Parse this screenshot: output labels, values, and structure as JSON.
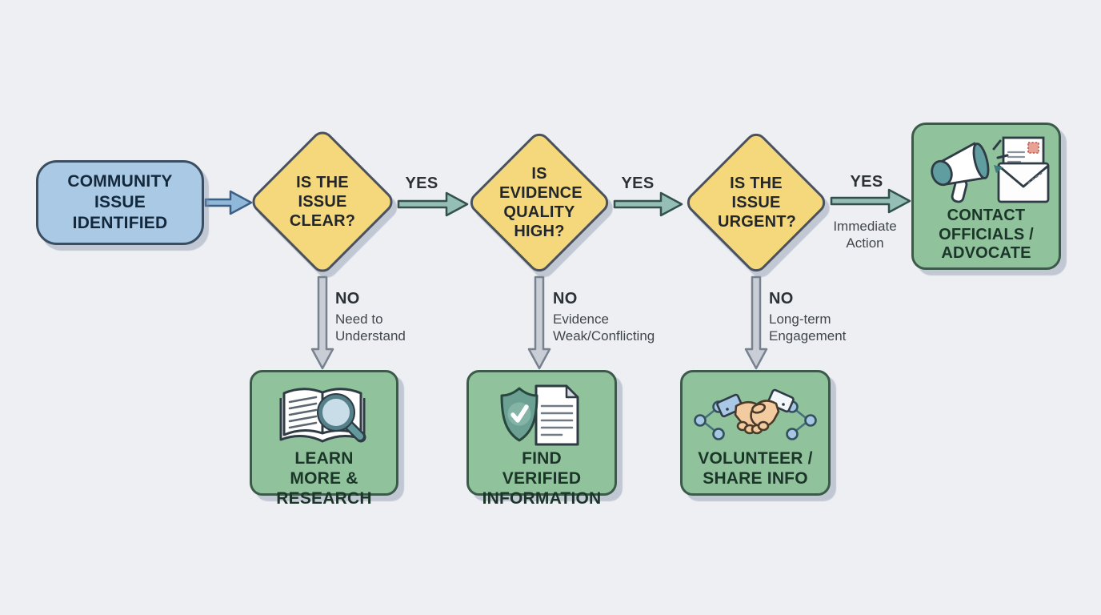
{
  "diagram": {
    "type": "flowchart",
    "colors": {
      "background": "#edeff2",
      "start_node_fill": "#a9c9e4",
      "decision_fill": "#f5d87c",
      "outcome_fill": "#90c29c",
      "yes_arrow_fill": "#95beb6",
      "no_arrow_fill": "#c9ced6",
      "start_arrow_fill": "#8fb8d9"
    }
  },
  "nodes": {
    "start": {
      "label": "COMMUNITY ISSUE IDENTIFIED"
    },
    "decision1": {
      "label": "IS THE ISSUE CLEAR?"
    },
    "decision2": {
      "label": "IS EVIDENCE QUALITY HIGH?"
    },
    "decision3": {
      "label": "IS THE ISSUE URGENT?"
    },
    "outcome_learn": {
      "label": "LEARN MORE & RESEARCH",
      "icon": "book-magnifier-icon"
    },
    "outcome_verify": {
      "label": "FIND VERIFIED INFORMATION",
      "icon": "shield-check-document-icon"
    },
    "outcome_volunteer": {
      "label": "VOLUNTEER / SHARE INFO",
      "icon": "handshake-share-icon"
    },
    "outcome_contact": {
      "label": "CONTACT OFFICIALS / ADVOCATE",
      "icon": "megaphone-envelope-icon"
    }
  },
  "edges": {
    "yes1": {
      "label": "YES"
    },
    "yes2": {
      "label": "YES"
    },
    "yes3": {
      "label": "YES",
      "sublabel": "Immediate Action"
    },
    "no1": {
      "label": "NO",
      "sublabel": "Need to Understand"
    },
    "no2": {
      "label": "NO",
      "sublabel": "Evidence Weak/Conflicting"
    },
    "no3": {
      "label": "NO",
      "sublabel": "Long-term Engagement"
    }
  }
}
